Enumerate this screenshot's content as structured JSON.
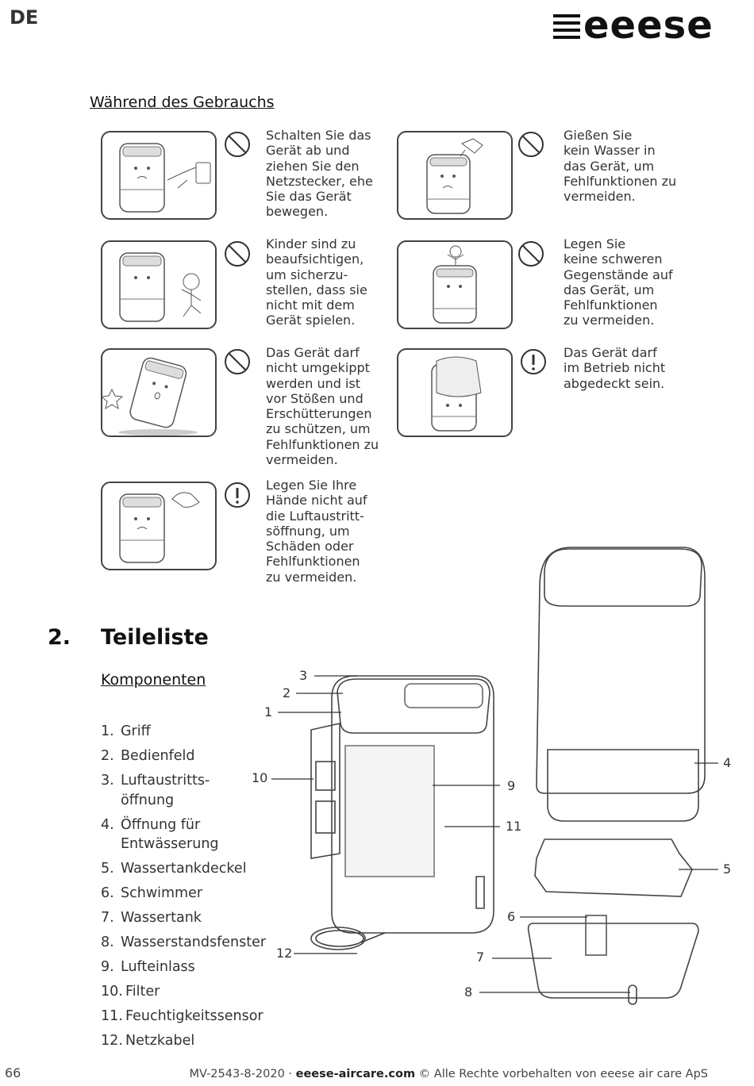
{
  "header": {
    "lang": "DE",
    "logo_text": "eeese"
  },
  "section_during": "Während des Gebrauchs",
  "warnings": [
    {
      "icon": "prohibited-icon",
      "text": "Schalten Sie das\nGerät ab und\nziehen Sie den\nNetzstecker, ehe\nSie das Gerät\nbewegen."
    },
    {
      "icon": "prohibited-icon",
      "text": "Gießen Sie\nkein Wasser in\ndas Gerät, um\nFehlfunktionen zu\nvermeiden."
    },
    {
      "icon": "prohibited-icon",
      "text": "Kinder sind zu\nbeaufsichtigen,\num sicherzu-\nstellen, dass sie\nnicht mit dem\nGerät spielen."
    },
    {
      "icon": "prohibited-icon",
      "text": "Legen Sie\nkeine schweren\nGegenstände auf\ndas Gerät, um\nFehlfunktionen\nzu vermeiden."
    },
    {
      "icon": "prohibited-icon",
      "text": "Das Gerät darf\nnicht umgekippt\nwerden und ist\nvor Stößen und\nErschütterungen\nzu schützen, um\nFehlfunktionen zu\nvermeiden."
    },
    {
      "icon": "exclamation-icon",
      "text": "Das Gerät darf\nim Betrieb nicht\nabgedeckt sein."
    },
    {
      "icon": "exclamation-icon",
      "text": "Legen Sie Ihre\nHände nicht auf\ndie Luftaustritt-\nsöffnung, um\nSchäden oder\nFehlfunktionen\nzu vermeiden."
    }
  ],
  "parts_section": {
    "number": "2.",
    "title": "Teileliste",
    "subtitle": "Komponenten"
  },
  "parts": [
    {
      "n": "1.",
      "label": "Griff"
    },
    {
      "n": "2.",
      "label": "Bedienfeld"
    },
    {
      "n": "3.",
      "label": "Luftaustritts-\nöffnung"
    },
    {
      "n": "4.",
      "label": "Öffnung für\nEntwässerung"
    },
    {
      "n": "5.",
      "label": "Wassertankdeckel"
    },
    {
      "n": "6.",
      "label": "Schwimmer"
    },
    {
      "n": "7.",
      "label": "Wassertank"
    },
    {
      "n": "8.",
      "label": "Wasserstandsfenster"
    },
    {
      "n": "9.",
      "label": "Lufteinlass"
    },
    {
      "n": "10.",
      "label": "Filter"
    },
    {
      "n": "11.",
      "label": "Feuchtigkeitssensor"
    },
    {
      "n": "12.",
      "label": "Netzkabel"
    }
  ],
  "callouts": [
    "1",
    "2",
    "3",
    "4",
    "5",
    "6",
    "7",
    "8",
    "9",
    "10",
    "11",
    "12"
  ],
  "footer": {
    "page": "66",
    "code": "MV-2543-8-2020 · ",
    "url": "eeese-aircare.com",
    "rights": " © Alle Rechte vorbehalten von eeese air care ApS"
  }
}
